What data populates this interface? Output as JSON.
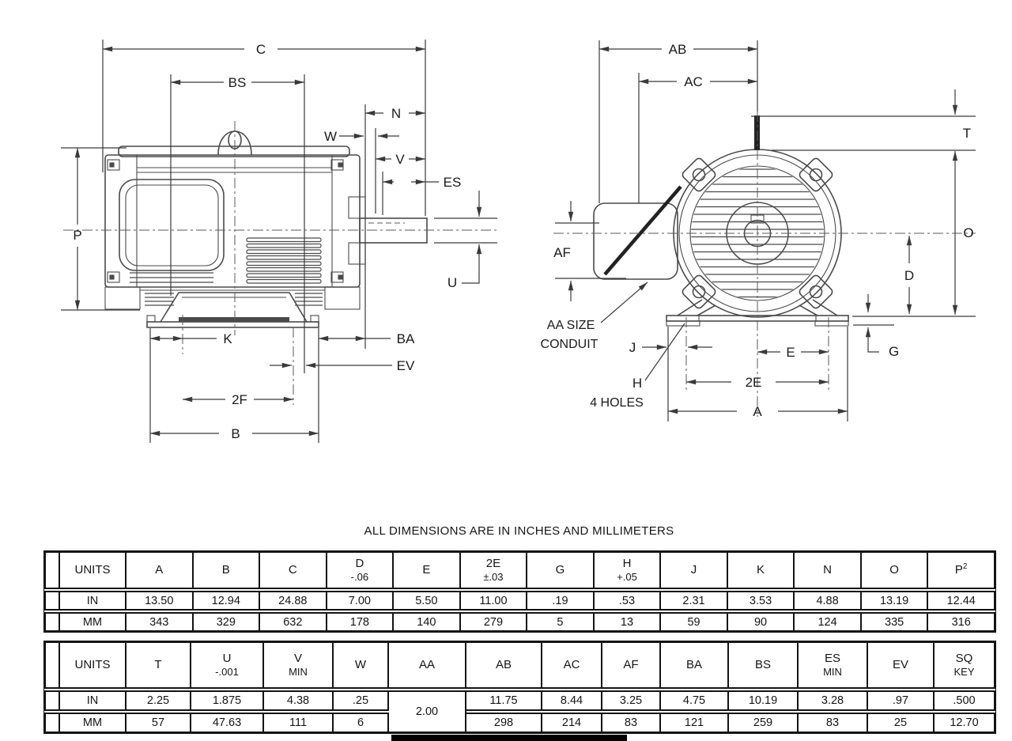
{
  "page": {
    "background": "#ffffff",
    "line_color": "#3a3a3a"
  },
  "drawing": {
    "side": {
      "C": "C",
      "BS": "BS",
      "N": "N",
      "W": "W",
      "V": "V",
      "ES": "ES",
      "P": "P",
      "U": "U",
      "K": "K",
      "BA": "BA",
      "EV": "EV",
      "TWO_F": "2F",
      "B": "B"
    },
    "front": {
      "AB": "AB",
      "AC": "AC",
      "T": "T",
      "O": "O",
      "D": "D",
      "G": "G",
      "A": "A",
      "TWO_E": "2E",
      "E": "E",
      "J": "J",
      "H": "H",
      "AF": "AF",
      "conduit1": "AA SIZE",
      "conduit2": "CONDUIT",
      "holes": "4 HOLES"
    }
  },
  "table_section": {
    "title": "ALL DIMENSIONS ARE IN INCHES AND MILLIMETERS"
  },
  "tables": [
    {
      "columns": [
        {
          "main": ""
        },
        {
          "main": "UNITS"
        },
        {
          "main": "A"
        },
        {
          "main": "B"
        },
        {
          "main": "C"
        },
        {
          "main": "D",
          "sub": "-.06"
        },
        {
          "main": "E"
        },
        {
          "main": "2E",
          "sub": "±.03"
        },
        {
          "main": "G"
        },
        {
          "main": "H",
          "sub": "+.05"
        },
        {
          "main": "J"
        },
        {
          "main": "K"
        },
        {
          "main": "N"
        },
        {
          "main": "O"
        },
        {
          "main": "P",
          "sup": "2"
        }
      ],
      "rows": [
        {
          "unit": "IN",
          "values": [
            "13.50",
            "12.94",
            "24.88",
            "7.00",
            "5.50",
            "11.00",
            ".19",
            ".53",
            "2.31",
            "3.53",
            "4.88",
            "13.19",
            "12.44"
          ]
        },
        {
          "unit": "MM",
          "values": [
            "343",
            "329",
            "632",
            "178",
            "140",
            "279",
            "5",
            "13",
            "59",
            "90",
            "124",
            "335",
            "316"
          ]
        }
      ]
    },
    {
      "columns": [
        {
          "main": ""
        },
        {
          "main": "UNITS"
        },
        {
          "main": "T"
        },
        {
          "main": "U",
          "sub": "-.001"
        },
        {
          "main": "V",
          "sub": "MIN"
        },
        {
          "main": "W"
        },
        {
          "main": "AA"
        },
        {
          "main": "AB"
        },
        {
          "main": "AC"
        },
        {
          "main": "AF"
        },
        {
          "main": "BA"
        },
        {
          "main": "BS"
        },
        {
          "main": "ES",
          "sub": "MIN"
        },
        {
          "main": "EV"
        },
        {
          "main": "SQ",
          "sub": "KEY"
        }
      ],
      "aa_value": "2.00",
      "rows": [
        {
          "unit": "IN",
          "values": [
            "2.25",
            "1.875",
            "4.38",
            ".25",
            "11.75",
            "8.44",
            "3.25",
            "4.75",
            "10.19",
            "3.28",
            ".97",
            ".500"
          ]
        },
        {
          "unit": "MM",
          "values": [
            "57",
            "47.63",
            "111",
            "6",
            "298",
            "214",
            "83",
            "121",
            "259",
            "83",
            "25",
            "12.70"
          ]
        }
      ]
    }
  ]
}
